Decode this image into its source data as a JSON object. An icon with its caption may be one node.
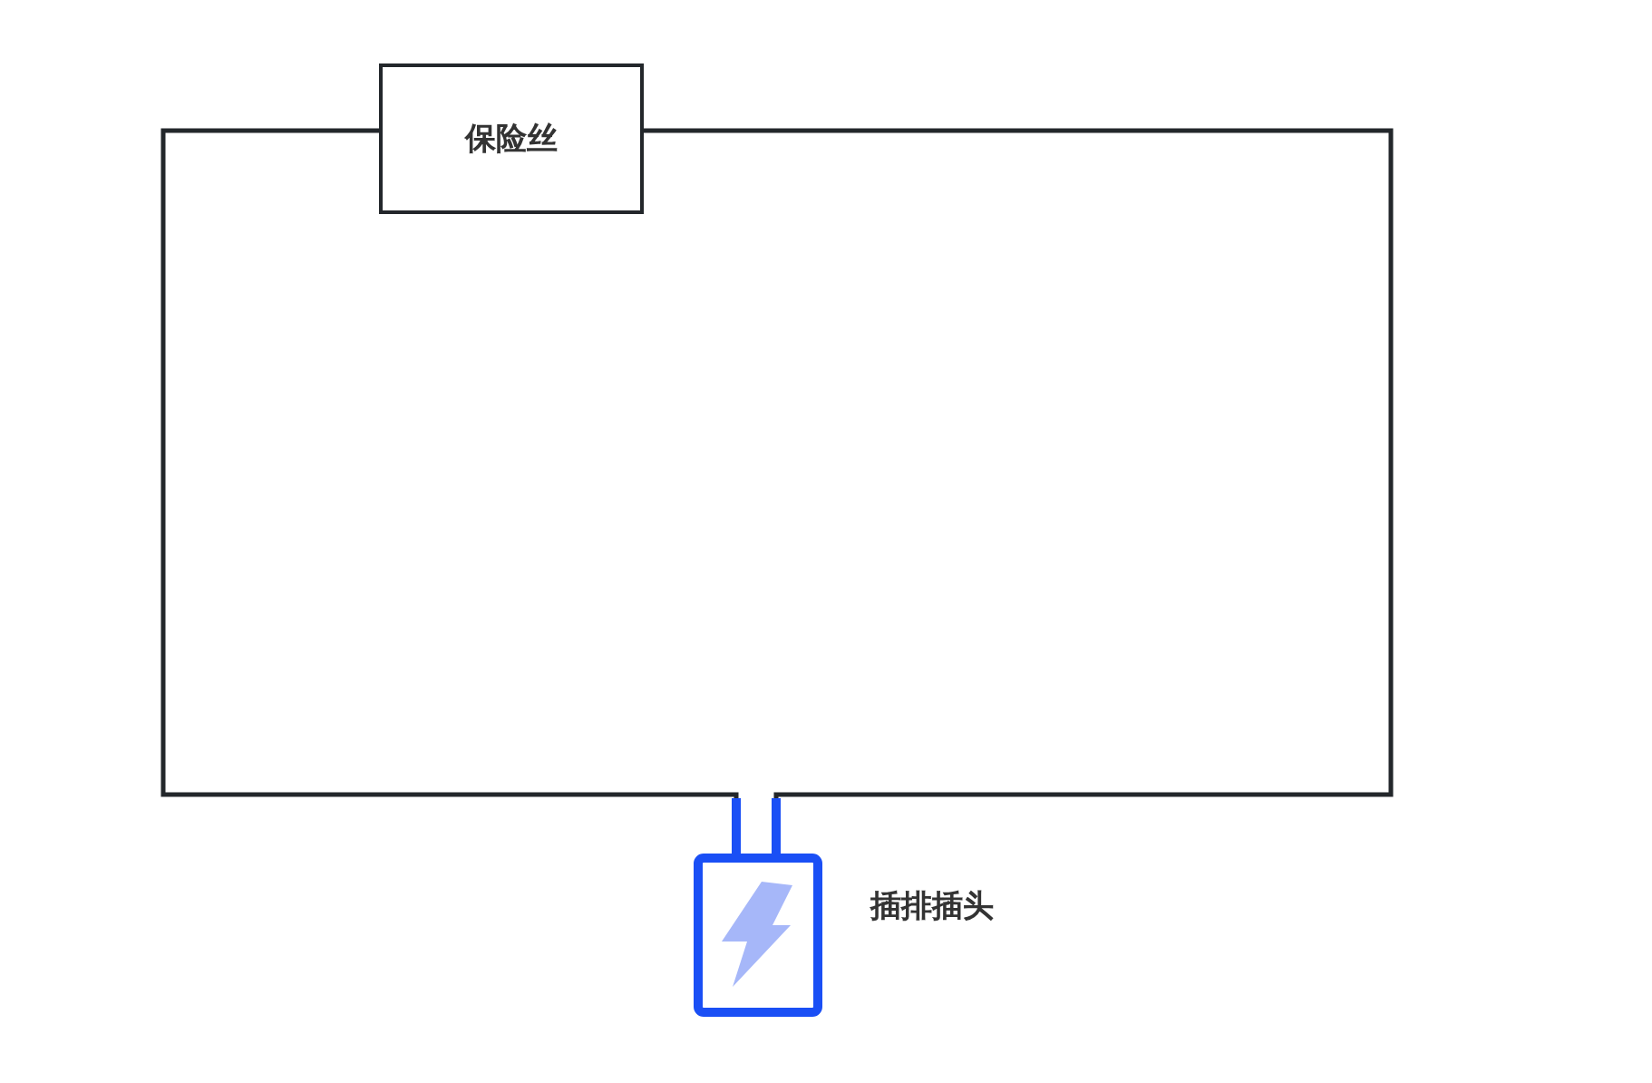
{
  "diagram": {
    "nodes": [
      {
        "text": [
          "保险丝"
        ]
      },
      {
        "text": [],
        "shape": "plug",
        "beside": [
          "插排插头"
        ]
      }
    ],
    "edges": [
      {
        "from": 0,
        "to": 1,
        "arrow": "none"
      },
      {
        "from": 0,
        "to": 1,
        "arrow": "none"
      }
    ]
  }
}
